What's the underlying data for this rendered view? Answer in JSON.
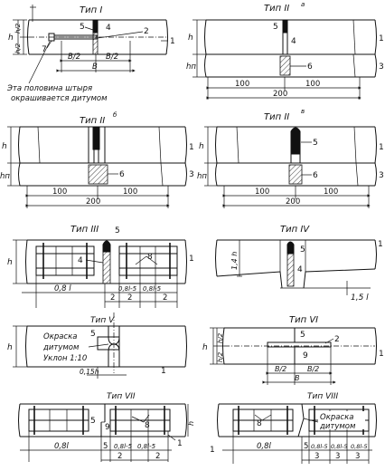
{
  "panels": [
    {
      "id": "t1",
      "title": "Тип I",
      "h": "h",
      "h2a": "h/2",
      "h2b": "h/2",
      "B2a": "B/2",
      "B2b": "B/2",
      "B": "B",
      "n5": "5",
      "n4": "4",
      "n2": "2",
      "n1": "1",
      "n7": "7",
      "note1": "Эта половина штыря",
      "note2": "окрашивается дитумом"
    },
    {
      "id": "t2a",
      "title": "Тип II",
      "sup": "а",
      "h": "h",
      "hn": "hп",
      "n5": "5",
      "n4": "4",
      "n1": "1",
      "n6": "6",
      "n3": "3",
      "d100a": "100",
      "d100b": "100",
      "d200": "200"
    },
    {
      "id": "t2b",
      "title": "Тип II",
      "sup": "б",
      "h": "h",
      "hn": "hп",
      "n1": "1",
      "n6": "6",
      "n3": "3",
      "d100a": "100",
      "d100b": "100",
      "d200": "200"
    },
    {
      "id": "t2v",
      "title": "Тип II",
      "sup": "в",
      "h": "h",
      "hn": "hп",
      "n5": "5",
      "n1": "1",
      "n6": "6",
      "n3": "3",
      "d100a": "100",
      "d100b": "100",
      "d200": "200"
    },
    {
      "id": "t3",
      "title": "Тип III",
      "n5": "5",
      "h": "h",
      "n4": "4",
      "n8": "8",
      "n1": "1",
      "d08l": "0,8 l",
      "s1": "0,8l-5",
      "s2": "0,8l-5",
      "d2a": "2",
      "d2b": "2",
      "d2c": "2"
    },
    {
      "id": "t4",
      "title": "Тип IV",
      "n5": "5",
      "h14": "1,4 h",
      "n4": "4",
      "n1": "1",
      "d15": "1,5 l"
    },
    {
      "id": "t5",
      "title": "Тип V",
      "n5": "5",
      "h": "h",
      "paint1": "Окраска",
      "paint2": "дитумом",
      "slope": "Уклон 1:10",
      "d015": "0,15h",
      "n1": "1"
    },
    {
      "id": "t6",
      "title": "Тип VI",
      "h": "h",
      "h2a": "h/2",
      "h2b": "h/2",
      "n5": "5",
      "n2": "2",
      "n9": "9",
      "n1": "1",
      "B2a": "B/2",
      "B2b": "B/2",
      "B": "B"
    },
    {
      "id": "t7",
      "title": "Тип VII",
      "n8": "8",
      "n5": "5",
      "n9": "9",
      "n1": "1",
      "h": "h",
      "d08l": "0,8l",
      "d5": "5",
      "s1": "0,8l-5",
      "s2": "0,8l-5",
      "d2a": "2",
      "d2b": "2"
    },
    {
      "id": "t8",
      "title": "Тип VIII",
      "n1": "1",
      "n8": "8",
      "paint1": "Окраска",
      "paint2": "дитумом",
      "d08l": "0,8l",
      "d5": "5",
      "s1": "0,8l-5",
      "s2": "0,8l-5",
      "s3": "0,8l-5",
      "d3a": "3",
      "d3b": "3",
      "d3c": "3"
    }
  ]
}
